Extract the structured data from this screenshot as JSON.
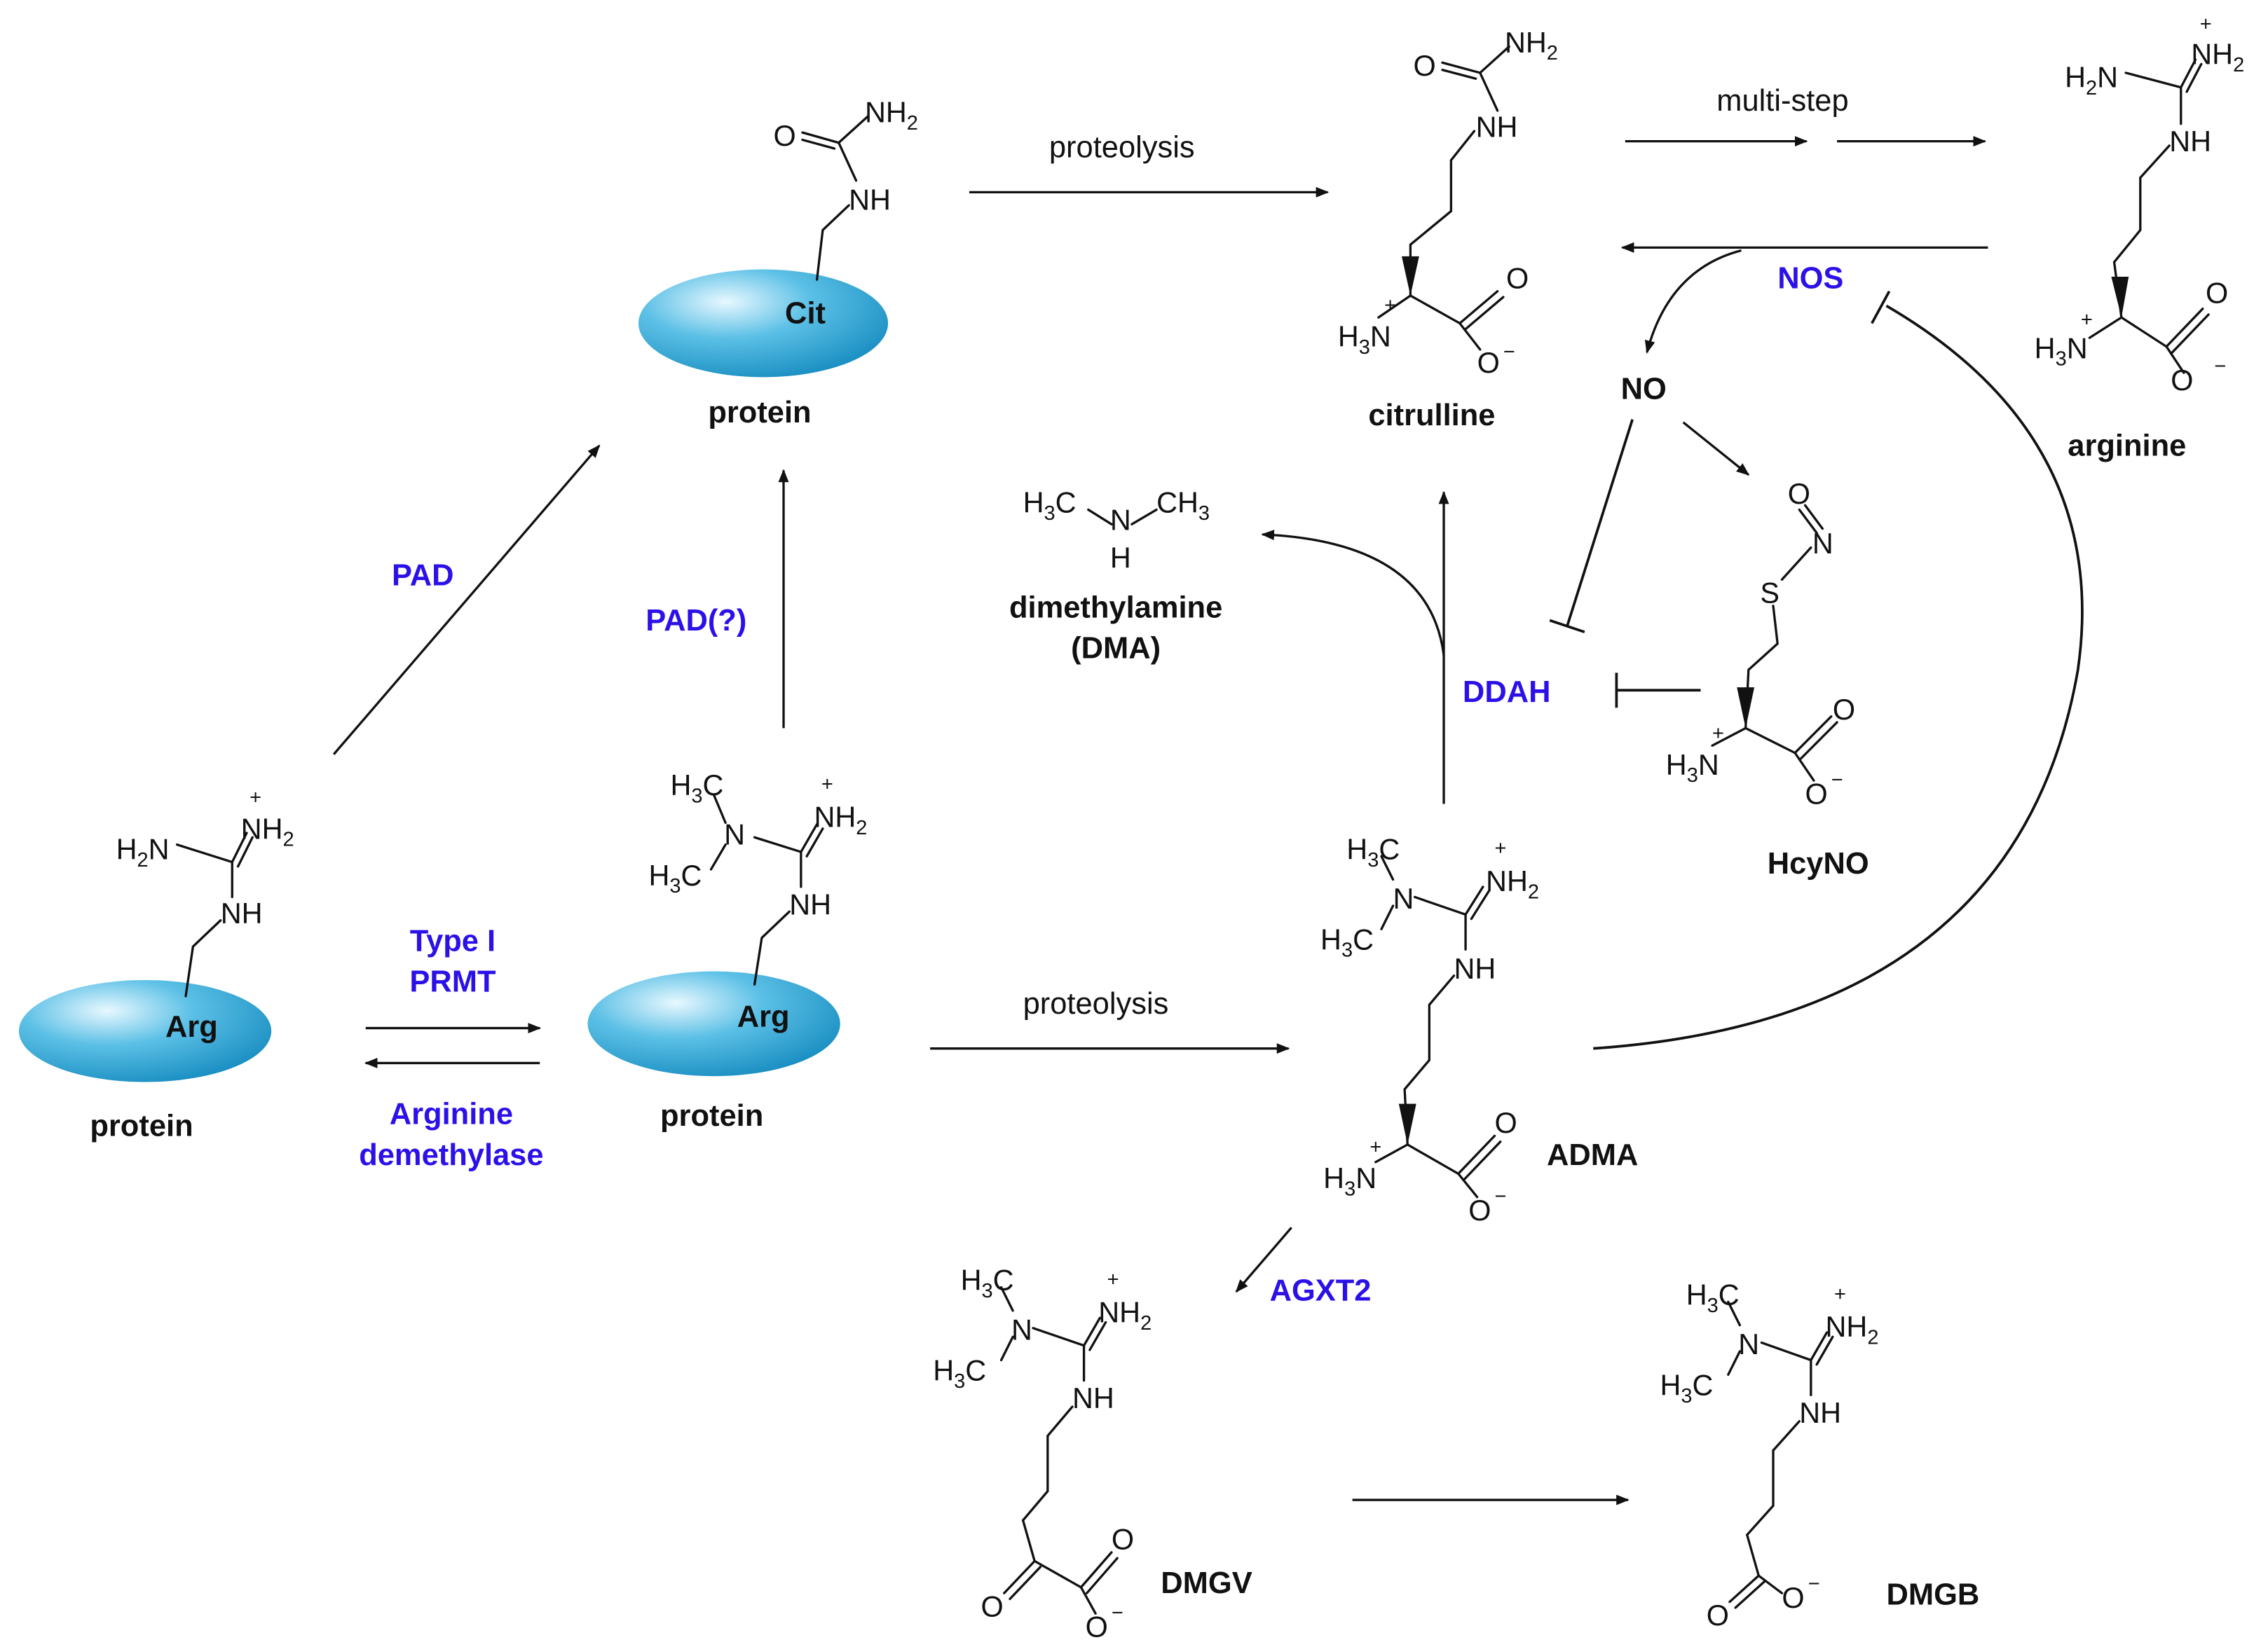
{
  "colors": {
    "enzyme": "#2b11e8",
    "protein_fill": "#1a8fc2",
    "protein_highlight": "#e8f8ff",
    "ink": "#111111"
  },
  "residues": {
    "arg": "Arg",
    "cit": "Cit"
  },
  "molecules": {
    "protein": "protein",
    "citrulline": "citrulline",
    "arginine": "arginine",
    "dimethylamine_line1": "dimethylamine",
    "dimethylamine_line2": "(DMA)",
    "hcyno": "HcyNO",
    "adma": "ADMA",
    "dmgv": "DMGV",
    "dmgb": "DMGB",
    "no": "NO"
  },
  "processes": {
    "proteolysis": "proteolysis",
    "multi_step": "multi-step"
  },
  "enzymes": {
    "pad": "PAD",
    "pad_q": "PAD(?)",
    "prmt_line1": "Type I",
    "prmt_line2": "PRMT",
    "demethylase_line1": "Arginine",
    "demethylase_line2": "demethylase",
    "nos": "NOS",
    "ddah": "DDAH",
    "agxt2": "AGXT2"
  }
}
